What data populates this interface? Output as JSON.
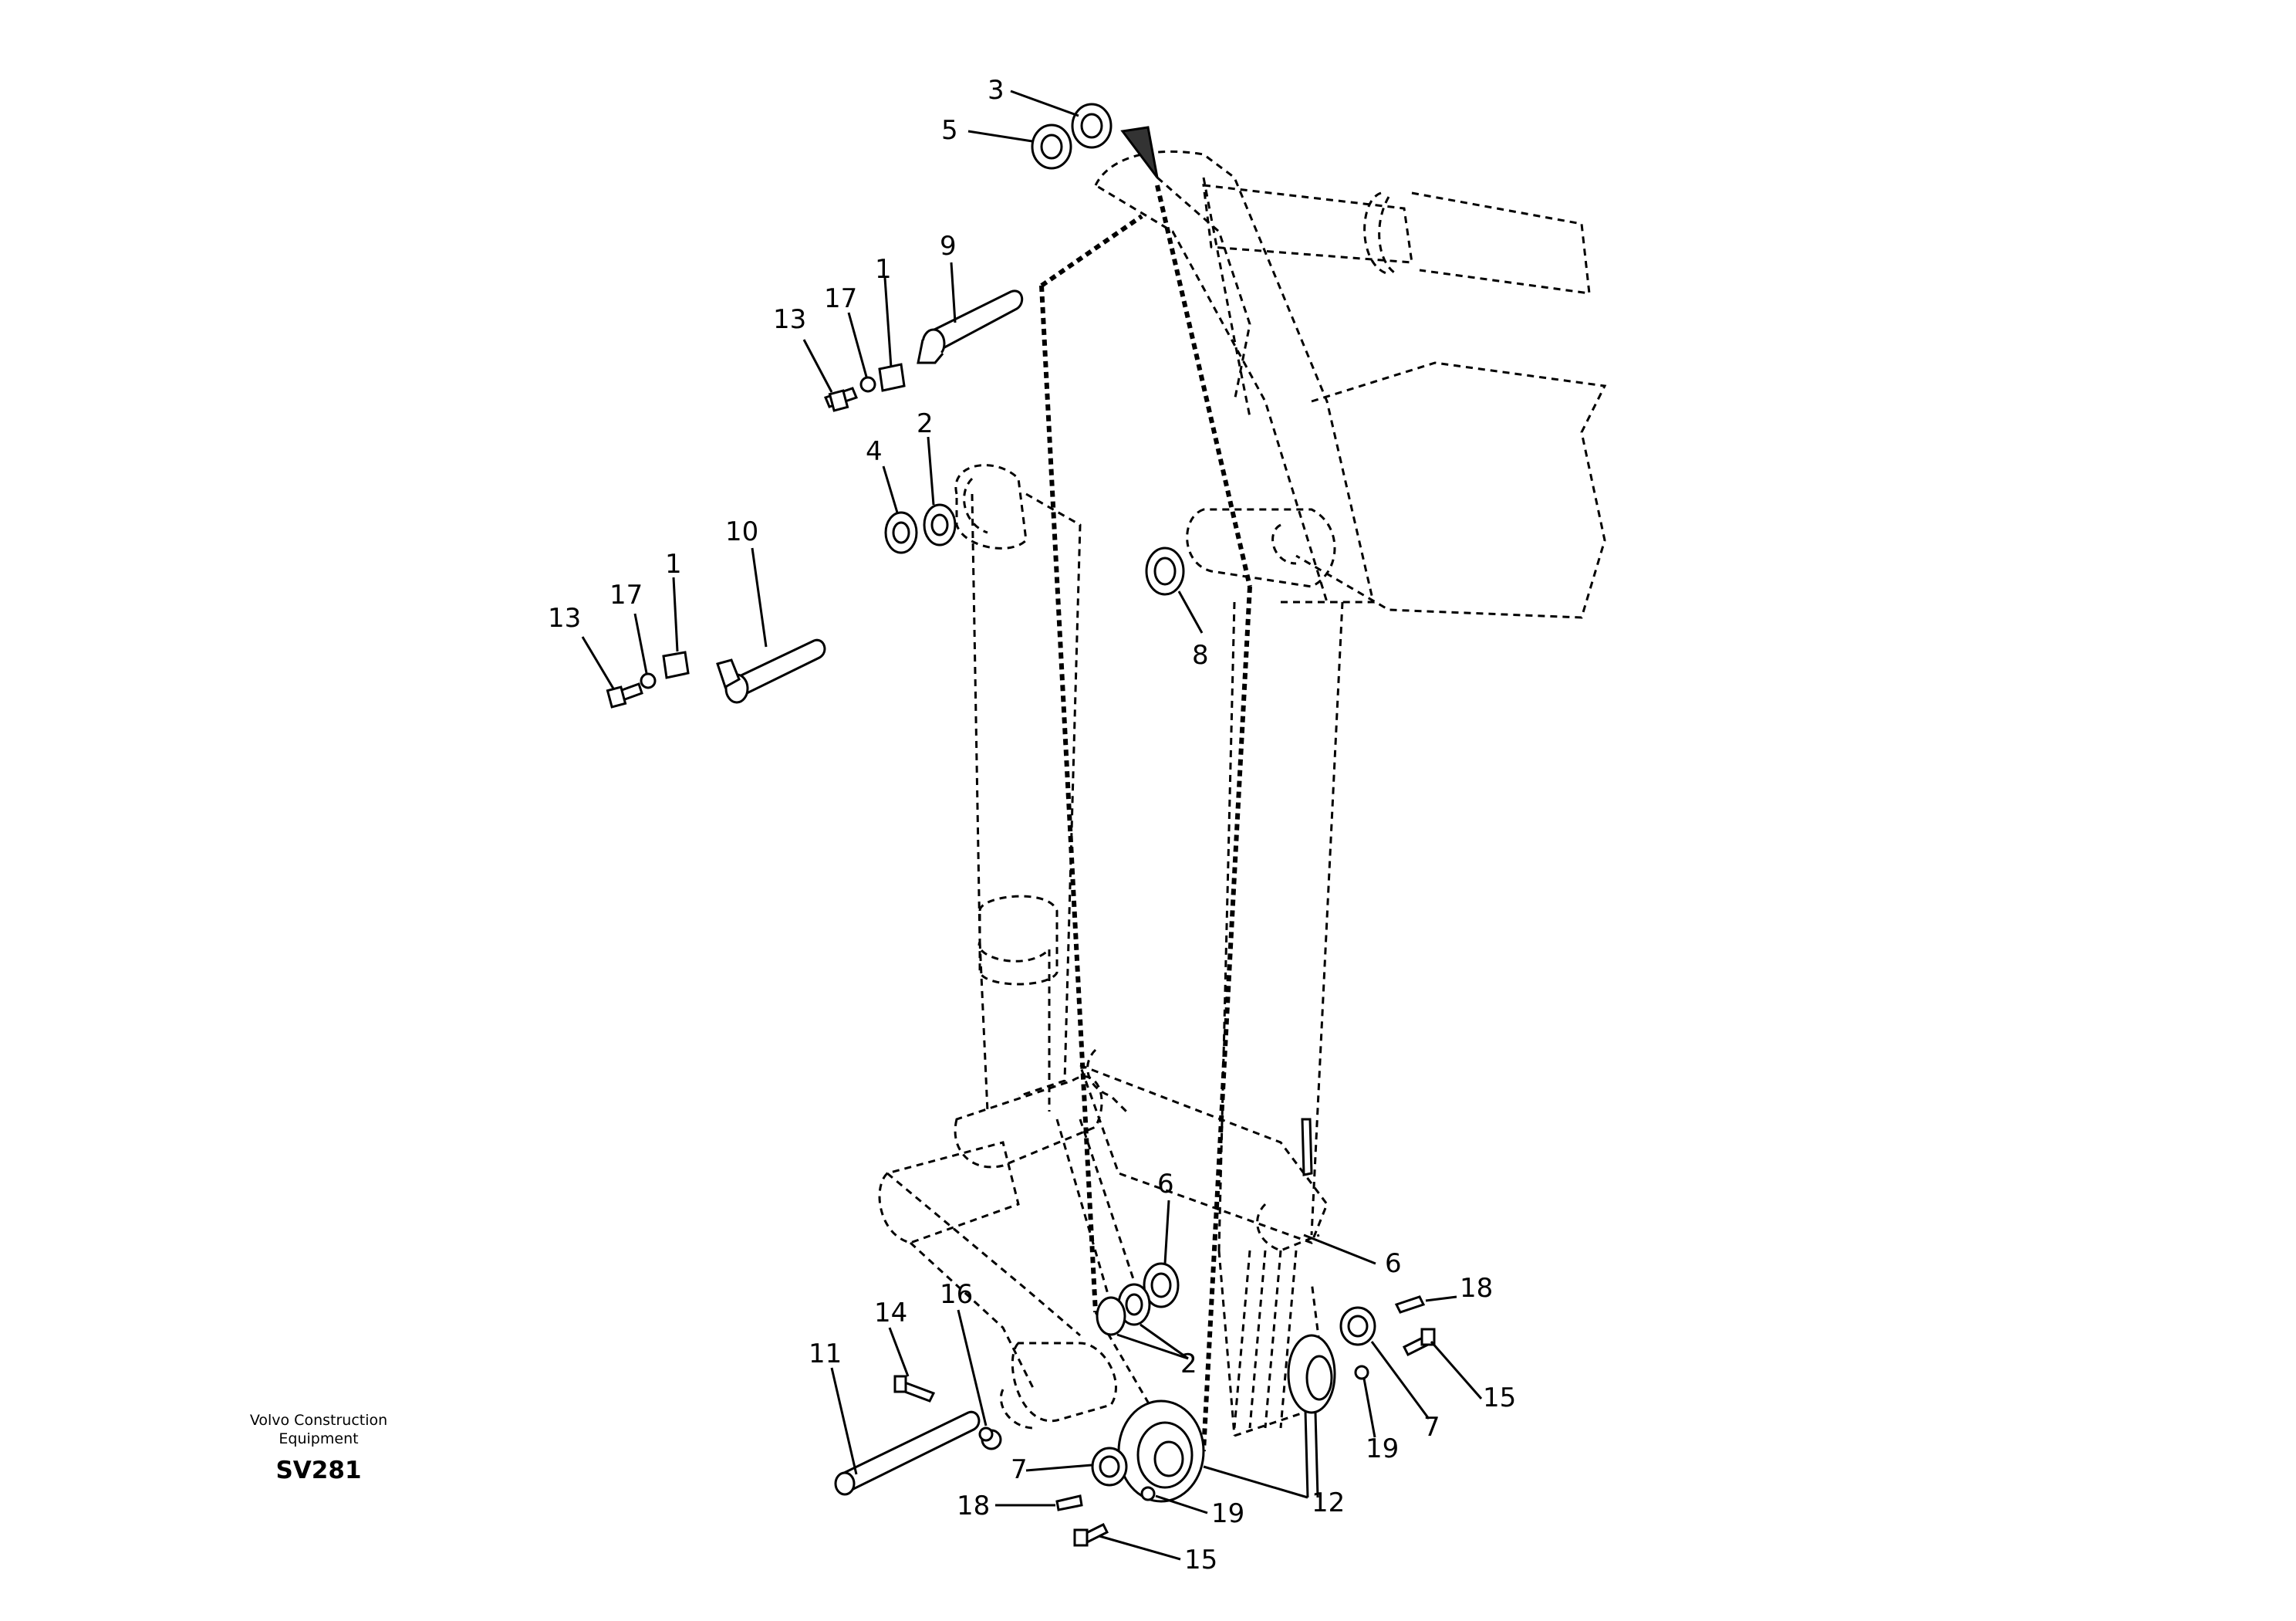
{
  "branding": {
    "line1": "Volvo Construction",
    "line2": "Equipment",
    "code": "SV281"
  },
  "callouts": {
    "c3": "3",
    "c5": "5",
    "c9": "9",
    "c13a": "13",
    "c17a": "17",
    "c1a": "1",
    "c4": "4",
    "c2a": "2",
    "c10": "10",
    "c13b": "13",
    "c17b": "17",
    "c1b": "1",
    "c8": "8",
    "c6a": "6",
    "c6b": "6",
    "c2b": "2",
    "c18a": "18",
    "c15a": "15",
    "c7a": "7",
    "c19a": "19",
    "c14": "14",
    "c16": "16",
    "c11": "11",
    "c7b": "7",
    "c18b": "18",
    "c19b": "19",
    "c15b": "15",
    "c12": "12"
  }
}
